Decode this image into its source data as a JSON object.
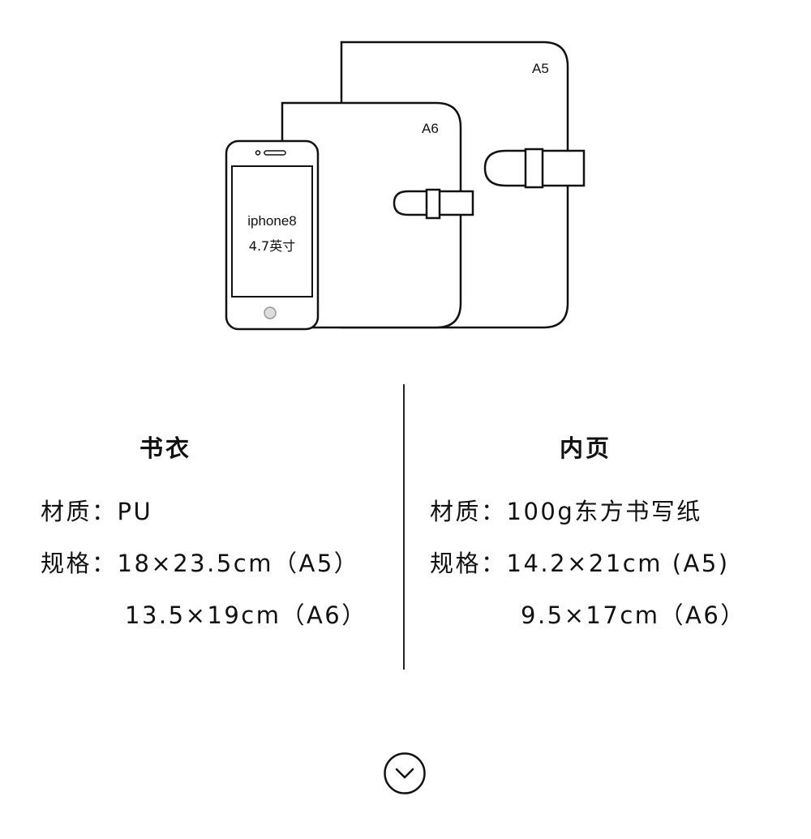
{
  "illustration": {
    "label_a5": "A5",
    "label_a6": "A6",
    "phone_line1": "iphone8",
    "phone_line2": "4.7英寸"
  },
  "cover": {
    "title": "书衣",
    "material_label": "材质：",
    "material_value": "PU",
    "spec_label": "规格：",
    "spec_value_1": "18×23.5cm（A5）",
    "spec_value_2": "13.5×19cm（A6）"
  },
  "inner": {
    "title": "内页",
    "material_label": "材质：",
    "material_value": "100g东方书写纸",
    "spec_label": "规格：",
    "spec_value_1": "14.2×21cm (A5)",
    "spec_value_2": "9.5×17cm（A6）"
  },
  "icons": {
    "scroll_down": "chevron-down-circle-icon"
  },
  "colors": {
    "line": "#111111",
    "background": "#ffffff"
  }
}
